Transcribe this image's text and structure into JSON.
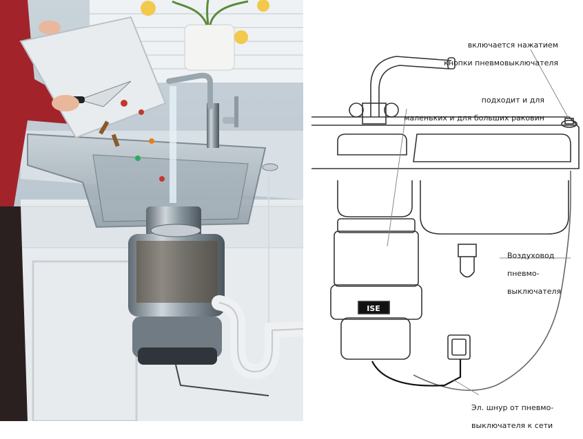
{
  "colors": {
    "wall": "#b8c6d2",
    "window": "#e9eef2",
    "cabinet": "#e7ebee",
    "steel": "#9aa6ae",
    "sweater": "#a3232a",
    "line": "#333333",
    "cable": "#222222"
  },
  "icons": [
    "faucet-icon",
    "sink-icon",
    "disposer-icon",
    "air-switch-button-icon",
    "power-socket-icon"
  ],
  "diagram": {
    "labels": {
      "button": [
        "включается нажатием",
        "кнопки пневмовыключателя"
      ],
      "sinks": [
        "подходит и для",
        "маленьких и для больших раковин"
      ],
      "air_duct": [
        "Воздуховод",
        "пневмо-",
        "выключателя"
      ],
      "cable": [
        "Эл. шнур от пневмо-",
        "выключателя к сети"
      ]
    },
    "brand": "ISE"
  }
}
